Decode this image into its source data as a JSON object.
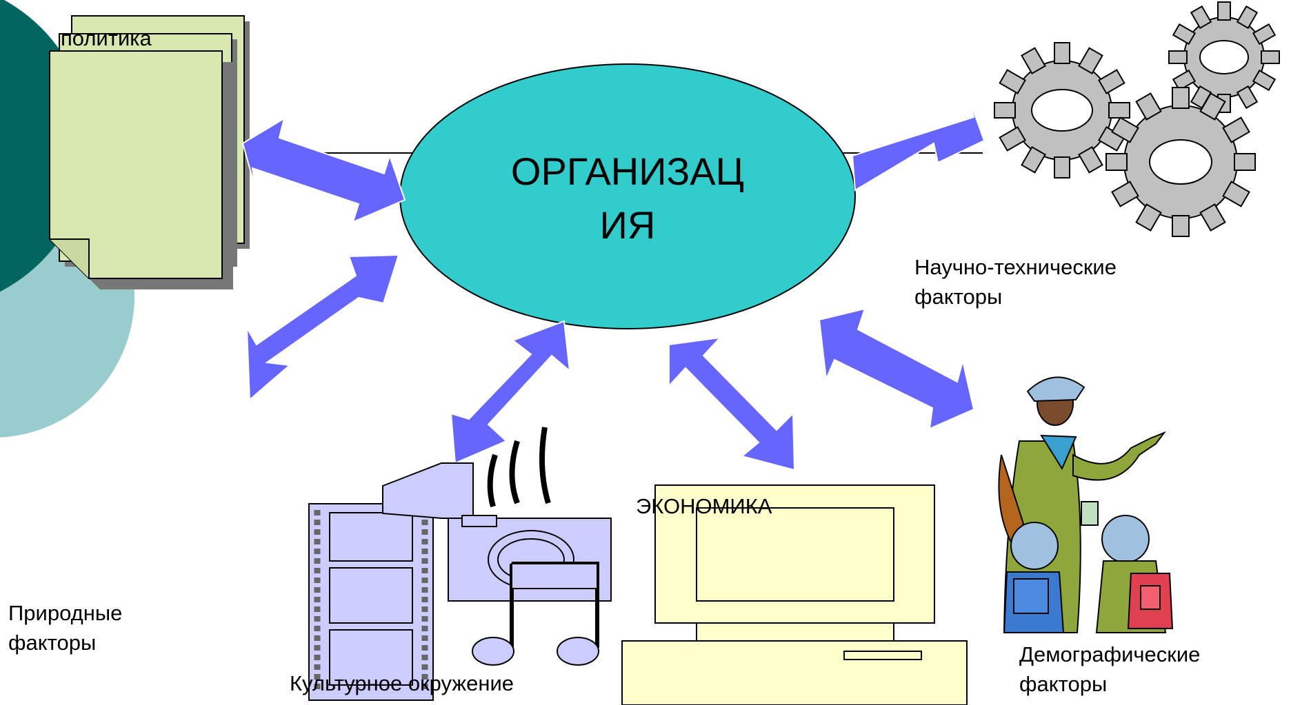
{
  "center": {
    "line1": "ОРГАНИЗАЦ",
    "line2": "ИЯ"
  },
  "factors": {
    "politics": "политика",
    "scitech_line1": "Научно-технические",
    "scitech_line2": "факторы",
    "natural_line1": "Природные",
    "natural_line2": "факторы",
    "culture": "Культурное окружение",
    "economy": "ЭКОНОМИКА",
    "demographic_line1": "Демографические",
    "demographic_line2": "факторы"
  },
  "colors": {
    "ellipse": "#33cccc",
    "arrow": "#6666ff",
    "dark_teal": "#00665f",
    "light_teal": "#99cccc",
    "paper": "#d8e8b0",
    "computer": "#ffffcc",
    "projector": "#ccccff",
    "gear": "#c0c0c0"
  }
}
